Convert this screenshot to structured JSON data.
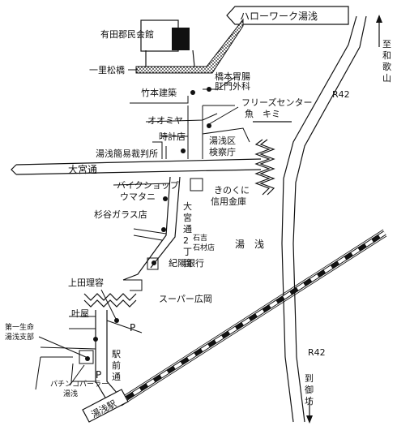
{
  "labels": {
    "hellowork": "ハローワーク湯浅",
    "to_wakayama": "至和歌山",
    "arida_hall": "有田郡民会館",
    "ichiri_matsubashi": "一里松橋",
    "hashimoto_clinic_line1": "橋本胃腸",
    "hashimoto_clinic_line2": "肛門外科",
    "takemoto": "竹本建築",
    "freeze_center_line1": "フリーズセンター",
    "freeze_center_line2": "魚　キミ",
    "oomiya": "オオミヤ",
    "watch_shop": "時計店",
    "yuasa_ku_line1": "湯浅区",
    "yuasa_ku_line2": "検察庁",
    "court": "湯浅簡易裁判所",
    "omiya_dori": "大宮通",
    "bike_shop_line1": "バイクショップ",
    "bike_shop_line2": "ウマタニ",
    "kinokuni_line1": "きのくに",
    "kinokuni_line2": "信用金庫",
    "sugitani": "杉谷ガラス店",
    "omiya_2chome": "大宮通2丁目",
    "ishiyoshi_line1": "石吉",
    "ishiyoshi_line2": "石材店",
    "yuasa_area": "湯　浅",
    "kiyo_bank": "紀陽銀行",
    "ueda_barber": "上田理容",
    "super_hirooka": "スーパー広岡",
    "kanoya": "叶屋",
    "parking1": "P",
    "daiichi_line1": "第一生命",
    "daiichi_line2": "湯浅支部",
    "ekimae_dori": "駅前通",
    "parking2": "P",
    "pachinko_line1": "パチンコパーラー",
    "pachinko_line2": "湯浅",
    "yuasa_station": "湯浅駅",
    "r42_top": "R42",
    "r42_bottom": "R42",
    "to_gobo": "到御坊"
  }
}
